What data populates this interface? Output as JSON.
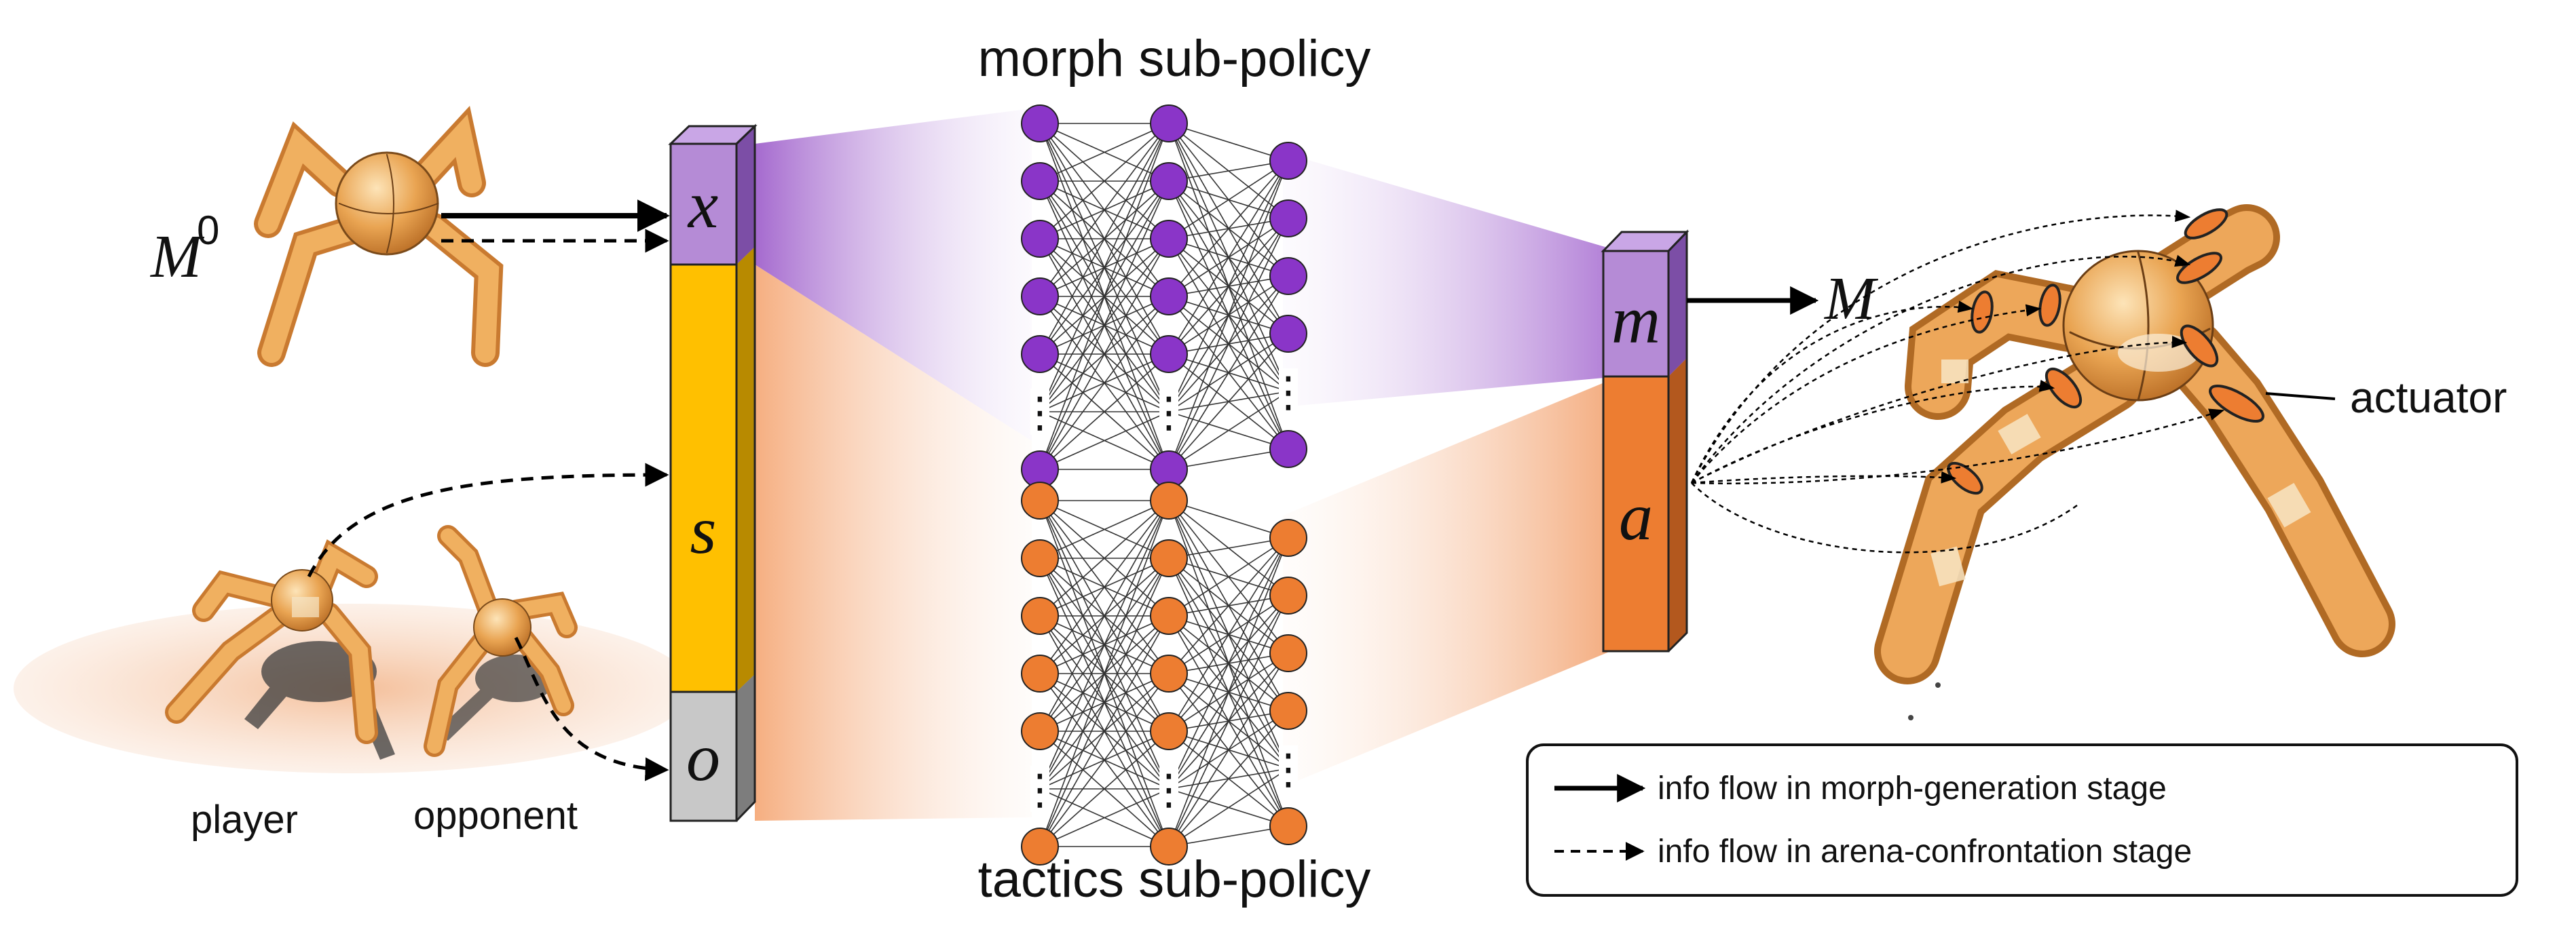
{
  "titles": {
    "morph_subpolicy": "morph sub-policy",
    "tactics_subpolicy": "tactics sub-policy"
  },
  "input_vector": {
    "x_label": "x",
    "s_label": "s",
    "o_label": "o"
  },
  "output_vector": {
    "m_label": "m",
    "a_label": "a"
  },
  "labels": {
    "m0_base": "M",
    "m0_sup": "0",
    "m_output": "M",
    "player": "player",
    "opponent": "opponent",
    "actuator": "actuator",
    "ellipsis": "⋮"
  },
  "legend": {
    "solid": "info flow in morph-generation stage",
    "dashed": "info flow in arena-confrontation stage"
  },
  "colors": {
    "purple": "#b58bd6",
    "purple_node": "#8a35c8",
    "yellow": "#ffc000",
    "gray": "#c8c8c8",
    "orange": "#ed7d31",
    "robot": "#e8a24e"
  }
}
